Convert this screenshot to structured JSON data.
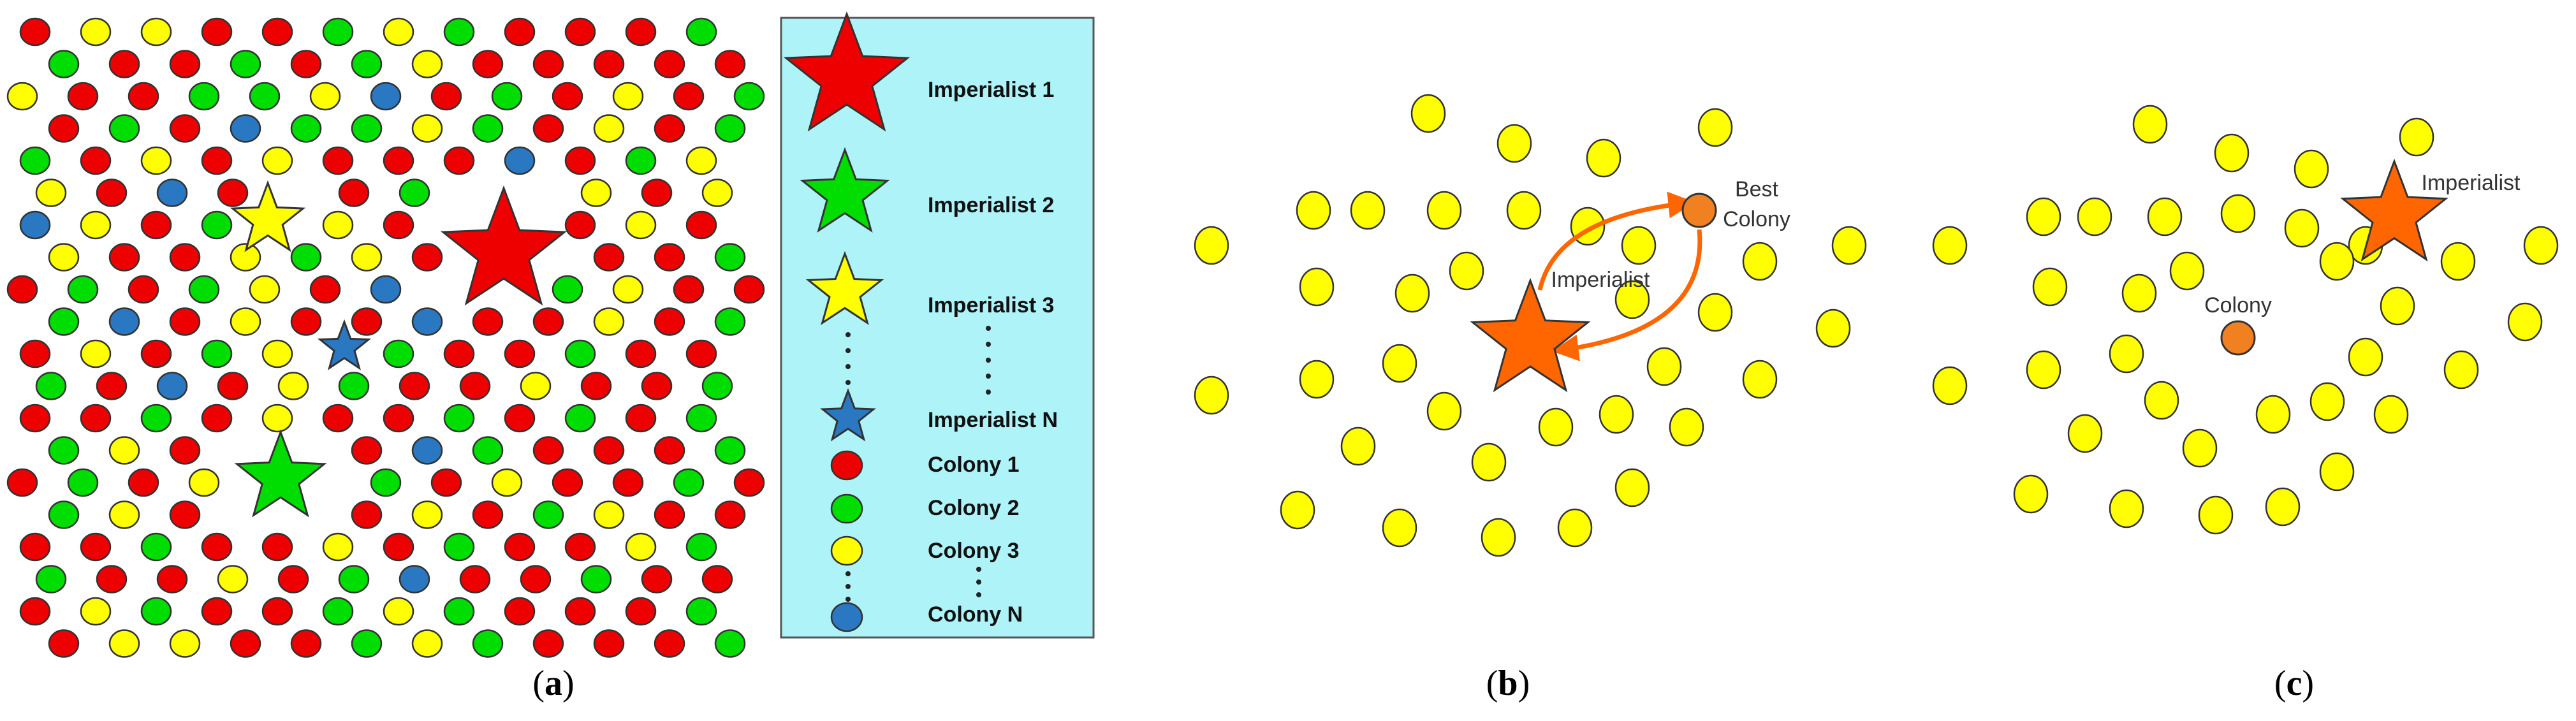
{
  "colors": {
    "red": "#ee0000",
    "green": "#00dd00",
    "yellow": "#ffff00",
    "blue": "#2a78c2",
    "orange": "#ff6600",
    "orange_colony": "#f08020",
    "legend_bg": "#aef3f7",
    "outline": "#333333"
  },
  "panel_a": {
    "caption_letter": "a",
    "legend": {
      "imperialist_1": "Imperialist 1",
      "imperialist_2": "Imperialist 2",
      "imperialist_3": "Imperialist 3",
      "imperialist_n": "Imperialist N",
      "colony_1": "Colony 1",
      "colony_2": "Colony 2",
      "colony_3": "Colony 3",
      "colony_n": "Colony N"
    }
  },
  "panel_b": {
    "caption_letter": "b",
    "best_colony_line1": "Best",
    "best_colony_line2": "Colony",
    "imperialist_label": "Imperialist"
  },
  "panel_c": {
    "caption_letter": "c",
    "colony_label": "Colony",
    "imperialist_label": "Imperialist"
  }
}
